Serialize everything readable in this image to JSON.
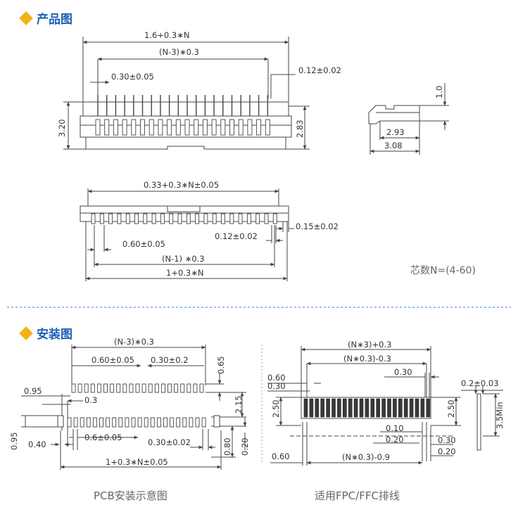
{
  "sections": {
    "product": {
      "title": "产品图"
    },
    "install": {
      "title": "安装图"
    }
  },
  "product_dims": {
    "total": "1.6+0.3∗N",
    "n3": "(N-3)∗0.3",
    "pitch": "0.30±0.05",
    "pin_width": "0.12±0.02",
    "height_left": "3.20",
    "height_right": "2.83",
    "side_height": "1.0",
    "side_depth1": "2.93",
    "side_depth2": "3.08",
    "bottom_total": "0.33+0.3∗N±0.05",
    "bottom_tab": "0.15±0.02",
    "bottom_pin": "0.12±0.02",
    "bottom_pitch": "0.60±0.05",
    "bottom_n1": "(N-1) ∗0.3",
    "bottom_len": "1+0.3∗N",
    "pin_count": "芯数N=(4-60)"
  },
  "pcb_dims": {
    "n3": "(N-3)∗0.3",
    "pitch_top": "0.60±0.05",
    "pad_top": "0.30±0.2",
    "pad_h": "0.65",
    "left_095": "0.95",
    "small_03": "0.3",
    "gap_215": "2.15",
    "left_095b": "0.95",
    "left_040": "0.40",
    "pitch_bot": "0.6±0.05",
    "pad_bot": "0.30±0.02",
    "h080": "0.80",
    "h020": "0.20",
    "total": "1+0.3∗N±0.05",
    "caption": "PCB安装示意图"
  },
  "fpc_dims": {
    "total": "(N∗3)+0.3",
    "inner": "(N∗0.3)-0.3",
    "d060": "0.60",
    "d030": "0.30",
    "d030b": "0.30",
    "h250l": "2.50",
    "h250r": "2.50",
    "d010": "0.10",
    "d020": "0.20",
    "d030c": "0.30",
    "d020b": "0.20",
    "d060b": "0.60",
    "bottom": "(N∗0.3)-0.9",
    "thick": "0.2±0.03",
    "min": "3.5Min",
    "caption": "适用FPC/FFC排线"
  },
  "colors": {
    "accent": "#1d5fb7",
    "diamond": "#f2b21a",
    "divider": "#3a7bd5"
  }
}
